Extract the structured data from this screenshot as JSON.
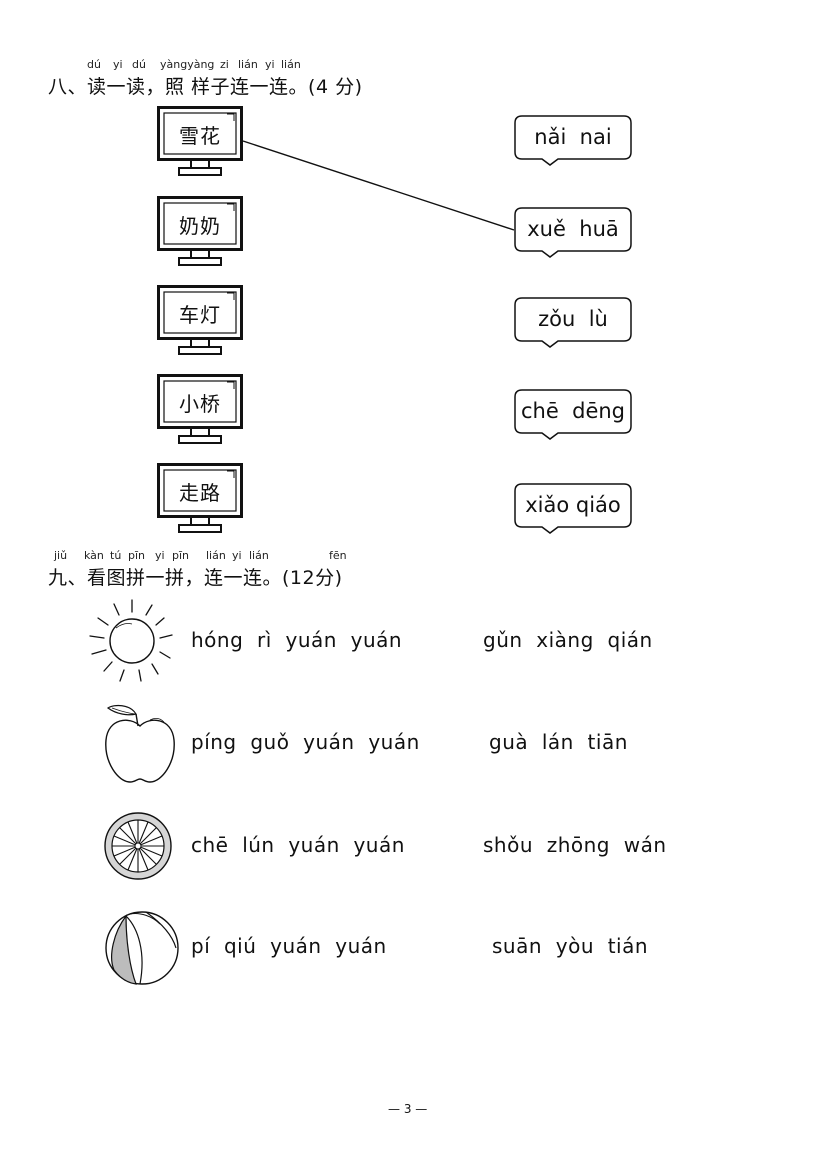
{
  "section8": {
    "pinyin": [
      "dú",
      "yi",
      "dú",
      "yàngyàng",
      "zi",
      "lián",
      "yi",
      "lián"
    ],
    "title": "八、读一读，照 样子连一连。(4 分)",
    "words": [
      "雪花",
      "奶奶",
      "车灯",
      "小桥",
      "走路"
    ],
    "bubbles": [
      "nǎi  nai",
      "xuě  huā",
      "zǒu  lù",
      "chē  dēng",
      "xiǎo qiáo"
    ]
  },
  "section9": {
    "pinyin": [
      "jiǔ",
      "kàn",
      "tú",
      "pīn",
      "yi",
      "pīn",
      "lián",
      "yi",
      "lián",
      "fēn"
    ],
    "title": "九、看图拼一拼，连一连。(12分)",
    "rows": [
      {
        "icon": "sun-icon",
        "left": "hóng  rì  yuán  yuán",
        "right": "gǔn  xiàng  qián"
      },
      {
        "icon": "apple-icon",
        "left": "píng  guǒ  yuán  yuán",
        "right": "guà  lán  tiān"
      },
      {
        "icon": "orange-slice-icon",
        "left": "chē  lún  yuán  yuán",
        "right": "shǒu  zhōng  wán"
      },
      {
        "icon": "beach-ball-icon",
        "left": "pí  qiú  yuán  yuán",
        "right": "suān  yòu  tián"
      }
    ]
  },
  "footer": {
    "page_number": "— 3 —"
  }
}
